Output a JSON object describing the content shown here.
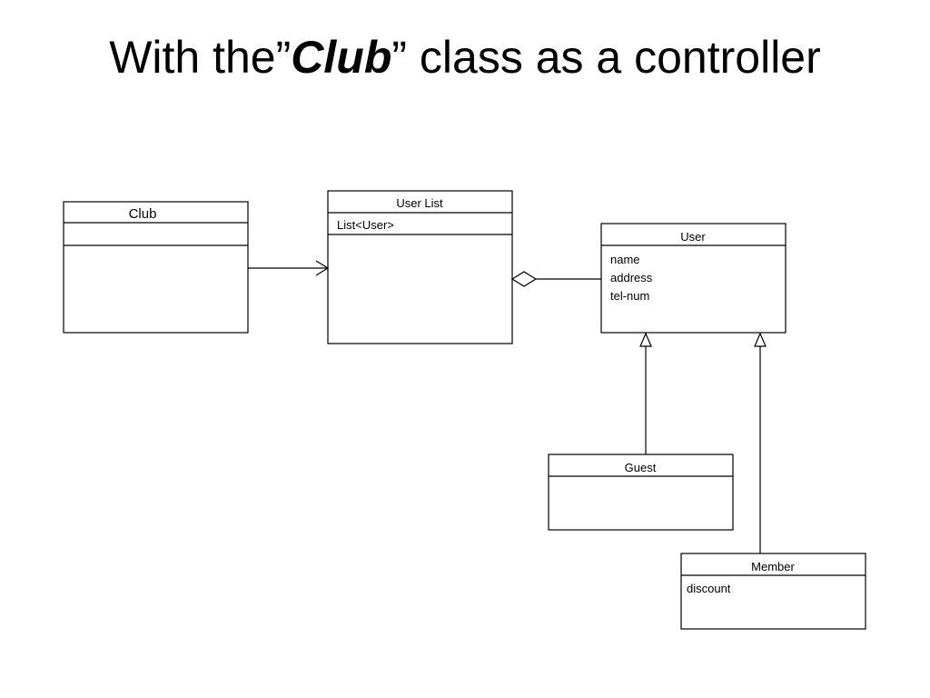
{
  "slide": {
    "title_prefix": "With the”",
    "title_emphasis": "Club",
    "title_suffix": "” class as a controller"
  },
  "diagram": {
    "classes": {
      "club": {
        "name": "Club",
        "attributes": []
      },
      "user_list": {
        "name": "User List",
        "attributes": [
          "List<User>"
        ]
      },
      "user": {
        "name": "User",
        "attributes": [
          "name",
          "address",
          "tel-num"
        ]
      },
      "guest": {
        "name": "Guest",
        "attributes": []
      },
      "member": {
        "name": "Member",
        "attributes": [
          "discount"
        ]
      }
    }
  }
}
